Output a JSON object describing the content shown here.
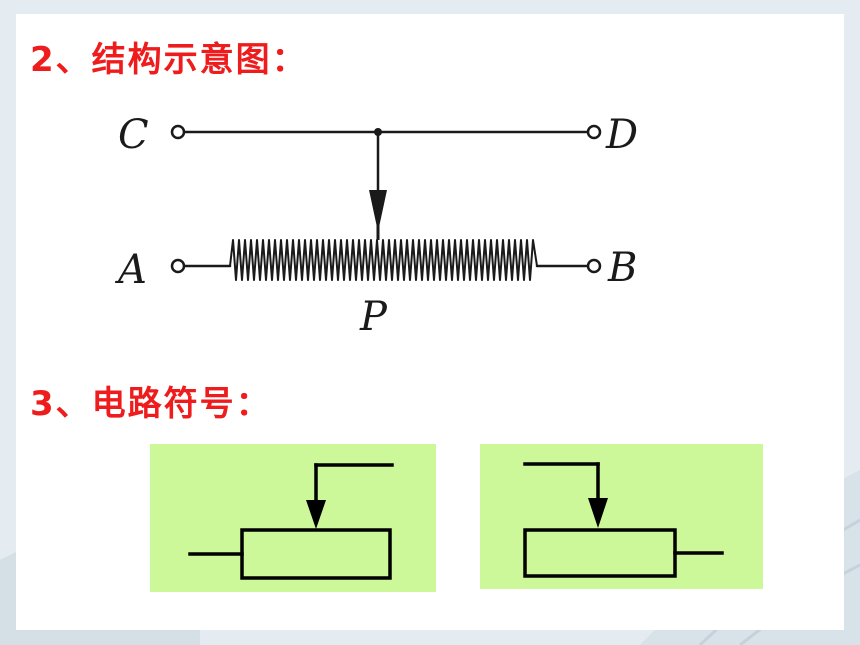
{
  "headings": {
    "structure": "2、结构示意图：",
    "symbol": "3、电路符号："
  },
  "diagram": {
    "terminals": {
      "c": "C",
      "d": "D",
      "a": "A",
      "b": "B"
    },
    "slider_label": "P"
  },
  "colors": {
    "heading": "#ee1c1c",
    "symbol_background": "#ccf89a",
    "line": "#1a1a1a"
  }
}
